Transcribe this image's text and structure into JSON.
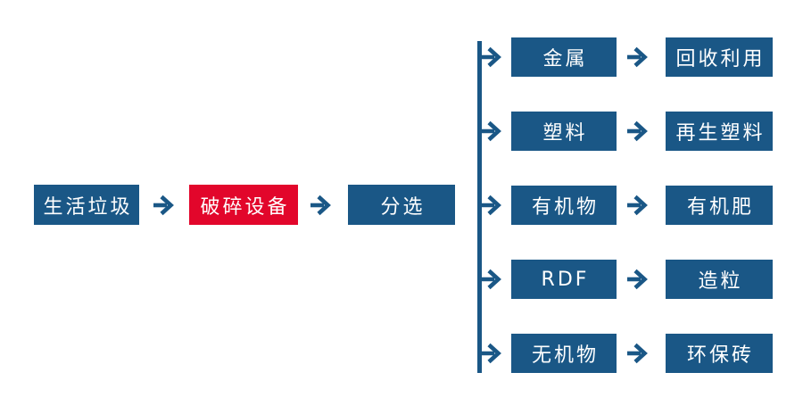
{
  "colors": {
    "primary_blue": "#1A5786",
    "accent_red": "#E2062B",
    "text_white": "#FFFFFF",
    "background": "#FFFFFF"
  },
  "diagram": {
    "title_semantic": "household-waste-sorting-flowchart",
    "main_flow": {
      "input": {
        "label": "生活垃圾"
      },
      "process": {
        "label": "破碎设备"
      },
      "sorting": {
        "label": "分选"
      }
    },
    "branches": [
      {
        "material": "金属",
        "output": "回收利用"
      },
      {
        "material": "塑料",
        "output": "再生塑料"
      },
      {
        "material": "有机物",
        "output": "有机肥"
      },
      {
        "material": "RDF",
        "output": "造粒"
      },
      {
        "material": "无机物",
        "output": "环保砖"
      }
    ]
  }
}
